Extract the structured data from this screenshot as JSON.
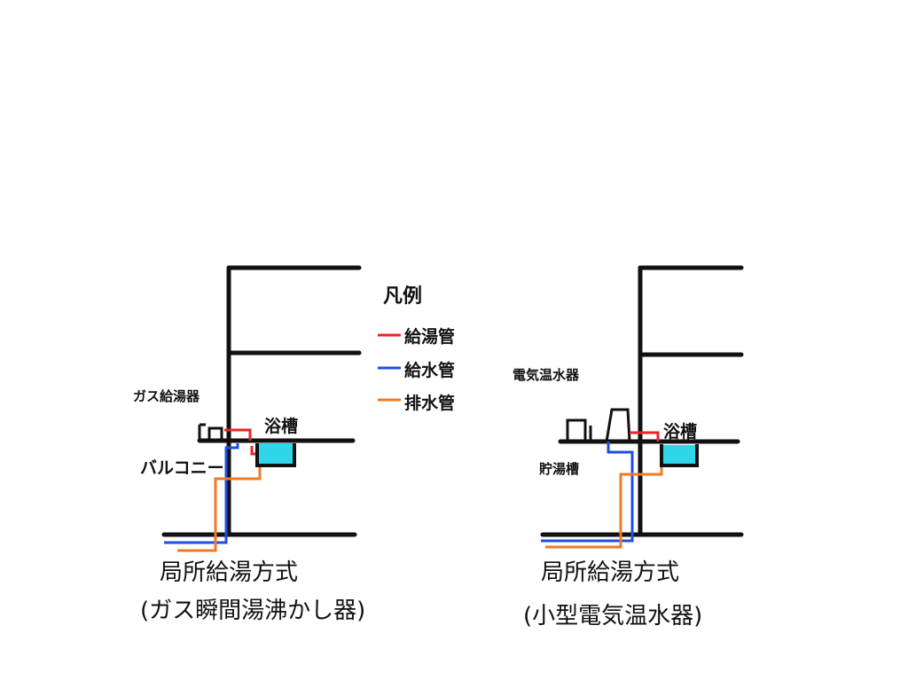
{
  "legend": {
    "title": "凡例",
    "items": [
      {
        "label": "給湯管",
        "color": "#e8262a"
      },
      {
        "label": "給水管",
        "color": "#1f4fe0"
      },
      {
        "label": "排水管",
        "color": "#f07a22"
      }
    ]
  },
  "left": {
    "heater_label": "ガス給湯器",
    "bath_label": "浴槽",
    "balcony_label": "バルコニー",
    "caption_line1": "局所給湯方式",
    "caption_line2": "(ガス瞬間湯沸かし器)"
  },
  "right": {
    "heater_label": "電気温水器",
    "bath_label": "浴槽",
    "tank_label": "貯湯槽",
    "caption_line1": "局所給湯方式",
    "caption_line2": "(小型電気温水器)"
  },
  "colors": {
    "hot_water": "#e8262a",
    "cold_water": "#1f4fe0",
    "drain": "#f07a22",
    "bath_water": "#2fd6e8",
    "structure": "#111111"
  }
}
